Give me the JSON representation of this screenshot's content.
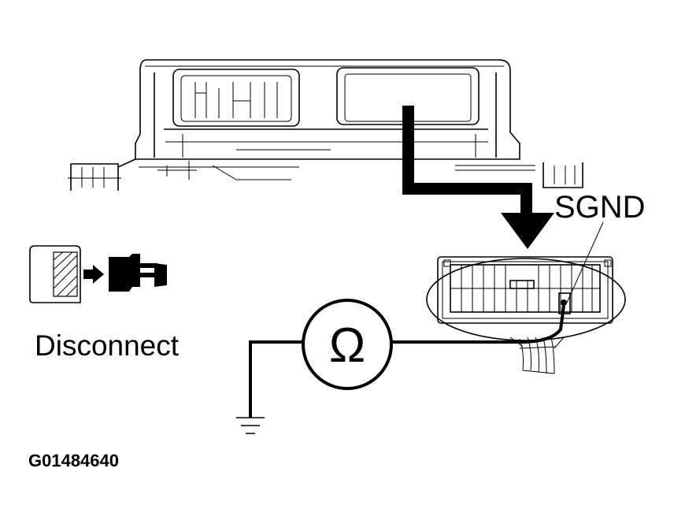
{
  "labels": {
    "pin_name": "SGND",
    "action": "Disconnect",
    "meter_symbol": "Ω",
    "figure_id": "G01484640"
  },
  "colors": {
    "ink": "#000000",
    "background": "#ffffff"
  },
  "icons": {
    "meter": "ohmmeter-icon",
    "ground": "ground-symbol-icon",
    "disconnect": "disconnect-connector-icon"
  }
}
